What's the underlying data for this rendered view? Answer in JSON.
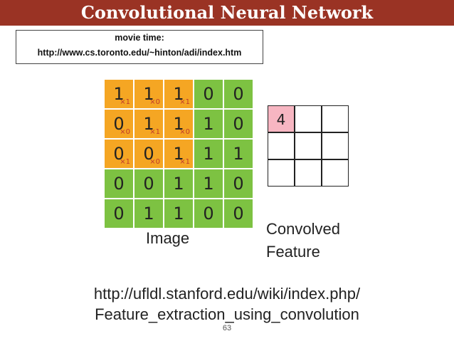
{
  "header": {
    "title": "Convolutional Neural Network"
  },
  "movie": {
    "line1": "movie time:",
    "line2": "http://www.cs.toronto.edu/~hinton/adi/index.htm"
  },
  "image": {
    "label": "Image",
    "values": [
      [
        1,
        1,
        1,
        0,
        0
      ],
      [
        0,
        1,
        1,
        1,
        0
      ],
      [
        0,
        0,
        1,
        1,
        1
      ],
      [
        0,
        0,
        1,
        1,
        0
      ],
      [
        0,
        1,
        1,
        0,
        0
      ]
    ],
    "kernel_rows": 3,
    "kernel_cols": 3,
    "kernel": [
      [
        "×1",
        "×0",
        "×1"
      ],
      [
        "×0",
        "×1",
        "×0"
      ],
      [
        "×1",
        "×0",
        "×1"
      ]
    ]
  },
  "feature": {
    "label_line1": "Convolved",
    "label_line2": "Feature",
    "values": [
      [
        "4",
        "",
        ""
      ],
      [
        "",
        "",
        ""
      ],
      [
        "",
        "",
        ""
      ]
    ]
  },
  "colors": {
    "title_bg": "#9a3324",
    "kernel_cell": "#f5a623",
    "image_cell": "#7dc242",
    "feature_highlight": "#f7b6c2"
  },
  "link": {
    "line1": "http://ufldl.stanford.edu/wiki/index.php/",
    "line2": "Feature_extraction_using_convolution"
  },
  "page": {
    "number": "63"
  }
}
